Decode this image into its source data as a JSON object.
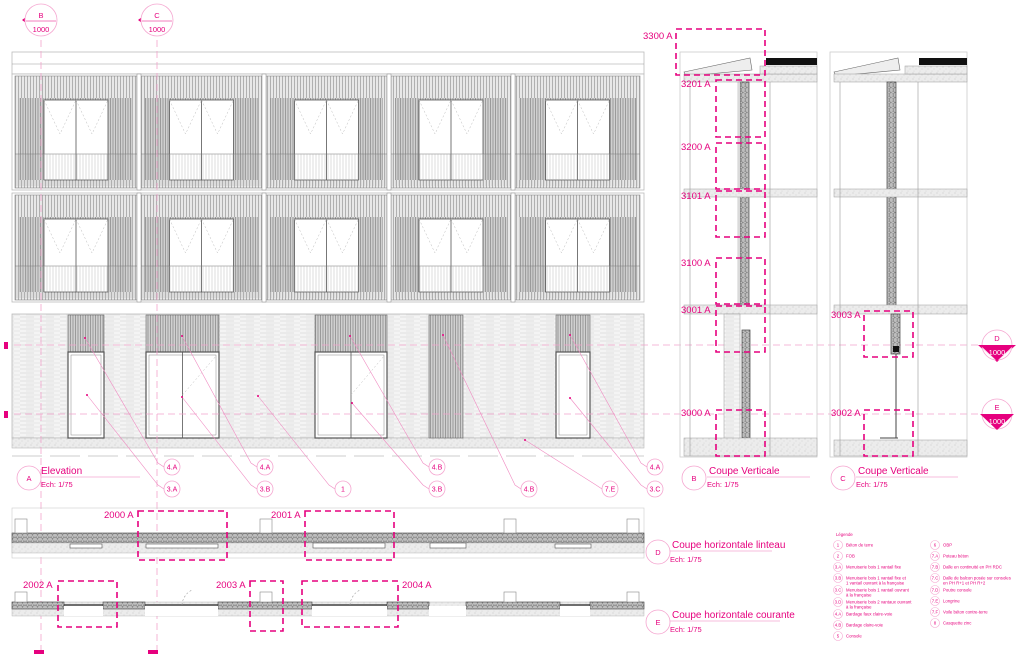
{
  "section_markers_top": [
    {
      "letter": "B",
      "ref": "1000"
    },
    {
      "letter": "C",
      "ref": "1000"
    }
  ],
  "section_markers_right": [
    {
      "letter": "D",
      "ref": "1000"
    },
    {
      "letter": "E",
      "ref": "1000"
    }
  ],
  "views": {
    "elevation": {
      "letter": "A",
      "title": "Elevation",
      "scale": "Ech:  1/75"
    },
    "coupe_b": {
      "letter": "B",
      "title": "Coupe Verticale",
      "scale": "Ech:  1/75"
    },
    "coupe_c": {
      "letter": "C",
      "title": "Coupe Verticale",
      "scale": "Ech:  1/75"
    },
    "coupe_d": {
      "letter": "D",
      "title": "Coupe horizontale linteau",
      "scale": "Ech:  1/75"
    },
    "coupe_e": {
      "letter": "E",
      "title": "Coupe horizontale courante",
      "scale": "Ech:  1/75"
    }
  },
  "detail_tags": {
    "b3300": "3300 A",
    "b3201": "3201 A",
    "b3200": "3200 A",
    "b3101": "3101 A",
    "b3100": "3100 A",
    "b3001": "3001 A",
    "b3000": "3000 A",
    "c3003": "3003 A",
    "c3002": "3002 A",
    "d2000": "2000 A",
    "d2001": "2001 A",
    "e2002": "2002 A",
    "e2003": "2003 A",
    "e2004": "2004 A"
  },
  "elevation_callouts": {
    "top_row": [
      "4.A",
      "4.A",
      "4.B",
      "4.B",
      "4.A"
    ],
    "bottom_row": [
      "3.A",
      "3.B",
      "1",
      "3.B",
      "4.B",
      "7.E",
      "3.C"
    ]
  },
  "legend": {
    "title": "Légende",
    "left": [
      {
        "code": "1",
        "text": "Béton de terre"
      },
      {
        "code": "2",
        "text": "FOB"
      },
      {
        "code": "3.A",
        "text": "Menuiserie bois 1 vantail fixe"
      },
      {
        "code": "3.B",
        "text": "Menuiserie bois 1 vantail fixe et",
        "text2": "1 vantail ouvrant à la française"
      },
      {
        "code": "3.C",
        "text": "Menuiserie bois 1 vantail ouvrant",
        "text2": "à la française"
      },
      {
        "code": "3.D",
        "text": "Menuiserie bois 2 vantaux ouvrant",
        "text2": "à la française"
      },
      {
        "code": "4.A",
        "text": "Bardage faux claire-voie"
      },
      {
        "code": "4.B",
        "text": "Bardage claire-voie"
      },
      {
        "code": "5",
        "text": "Console"
      }
    ],
    "right": [
      {
        "code": "6",
        "text": "OBP"
      },
      {
        "code": "7.A",
        "text": "Poteau béton"
      },
      {
        "code": "7.B",
        "text": "Dalle en continuité en PH RDC"
      },
      {
        "code": "7.C",
        "text": "Dalle de balcon posée sur consoles",
        "text2": "en PH R+1 et PH R+2"
      },
      {
        "code": "7.D",
        "text": "Poutre console"
      },
      {
        "code": "7.E",
        "text": "Longrine"
      },
      {
        "code": "7.F",
        "text": "Voile béton contre-terre"
      },
      {
        "code": "8",
        "text": "Casquette zinc"
      }
    ]
  }
}
